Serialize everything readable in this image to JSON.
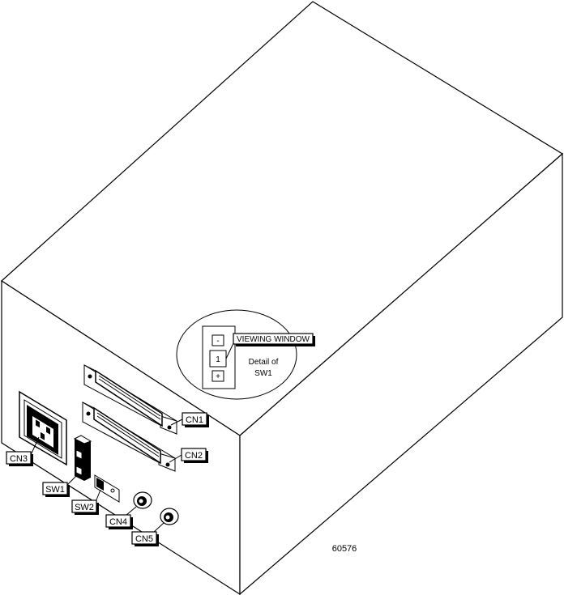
{
  "callouts": {
    "cn1": "CN1",
    "cn2": "CN2",
    "cn3": "CN3",
    "cn4": "CN4",
    "cn5": "CN5",
    "sw1": "SW1",
    "sw2": "SW2",
    "viewing_window": "VIEWING WINDOW"
  },
  "detail": {
    "minus": "-",
    "digit": "1",
    "plus": "+",
    "caption_line1": "Detail of",
    "caption_line2": "SW1"
  },
  "figure_number": "60576"
}
